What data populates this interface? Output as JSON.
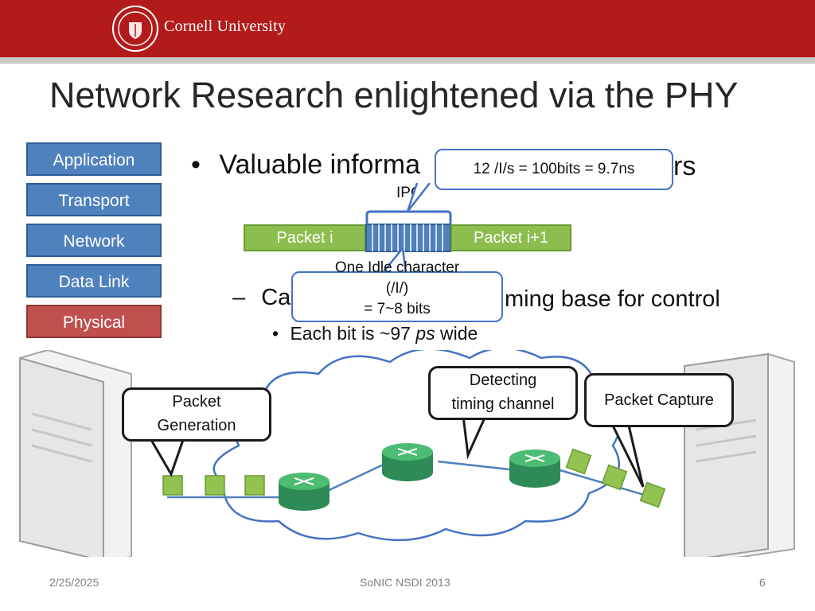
{
  "header": {
    "institution": "Cornell University",
    "seal_label": "Cornell University seal"
  },
  "slide": {
    "title": "Network Research enlightened via the PHY",
    "layers": [
      "Application",
      "Transport",
      "Network",
      "Data Link",
      "Physical"
    ],
    "bullet1_visible": "Valuable informa",
    "bullet1_tail": "rs",
    "bullet2_prefix": "Car",
    "bullet2_tail": "ming base for control",
    "bullet3_prefix": "Each bit is ~97 ",
    "bullet3_italic": "ps",
    "bullet3_suffix": " wide"
  },
  "diagram": {
    "ipg_label": "IPG",
    "ipg_callout": "12 /I/s = 100bits = 9.7ns",
    "packet_left": "Packet i",
    "packet_right": "Packet i+1",
    "idle_callout": {
      "line1": "One Idle character",
      "line2": "(/I/)",
      "line3": "= 7~8 bits"
    }
  },
  "network": {
    "generation_label": {
      "line1": "Packet",
      "line2": "Generation"
    },
    "timing_label": {
      "line1": "Detecting",
      "line2": "timing channel"
    },
    "capture_label": "Packet Capture"
  },
  "footer": {
    "date": "2/25/2025",
    "center": "SoNIC NSDI 2013",
    "page": "6"
  },
  "colors": {
    "banner": "#b31b1b",
    "layer_blue": "#4f81bd",
    "layer_red": "#c0504d",
    "packet_green": "#8dbd4f",
    "router_green": "#3aa55d",
    "callout_blue": "#4472c4"
  }
}
